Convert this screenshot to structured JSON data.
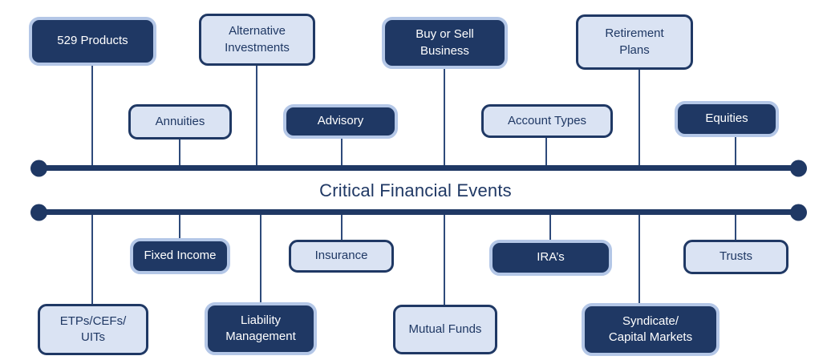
{
  "title": "Critical Financial Events",
  "colors": {
    "dark_navy": "#1F3864",
    "light_fill": "#DAE3F3",
    "halo_blue": "#B4C7E7",
    "connector": "#2E4A7A",
    "text_on_dark": "#FFFFFF"
  },
  "events": {
    "top": [
      {
        "label": "529 Products",
        "style": "dark"
      },
      {
        "label": "Annuities",
        "style": "light"
      },
      {
        "label": "Alternative\nInvestments",
        "style": "light"
      },
      {
        "label": "Advisory",
        "style": "dark"
      },
      {
        "label": "Buy or Sell\nBusiness",
        "style": "dark"
      },
      {
        "label": "Account Types",
        "style": "light"
      },
      {
        "label": "Retirement\nPlans",
        "style": "light"
      },
      {
        "label": "Equities",
        "style": "dark"
      }
    ],
    "bottom": [
      {
        "label": "Fixed Income",
        "style": "dark"
      },
      {
        "label": "Insurance",
        "style": "light"
      },
      {
        "label": "IRA’s",
        "style": "dark"
      },
      {
        "label": "Trusts",
        "style": "light"
      },
      {
        "label": "ETPs/CEFs/\nUITs",
        "style": "light"
      },
      {
        "label": "Liability\nManagement",
        "style": "dark"
      },
      {
        "label": "Mutual Funds",
        "style": "light"
      },
      {
        "label": "Syndicate/\nCapital Markets",
        "style": "dark"
      }
    ]
  }
}
